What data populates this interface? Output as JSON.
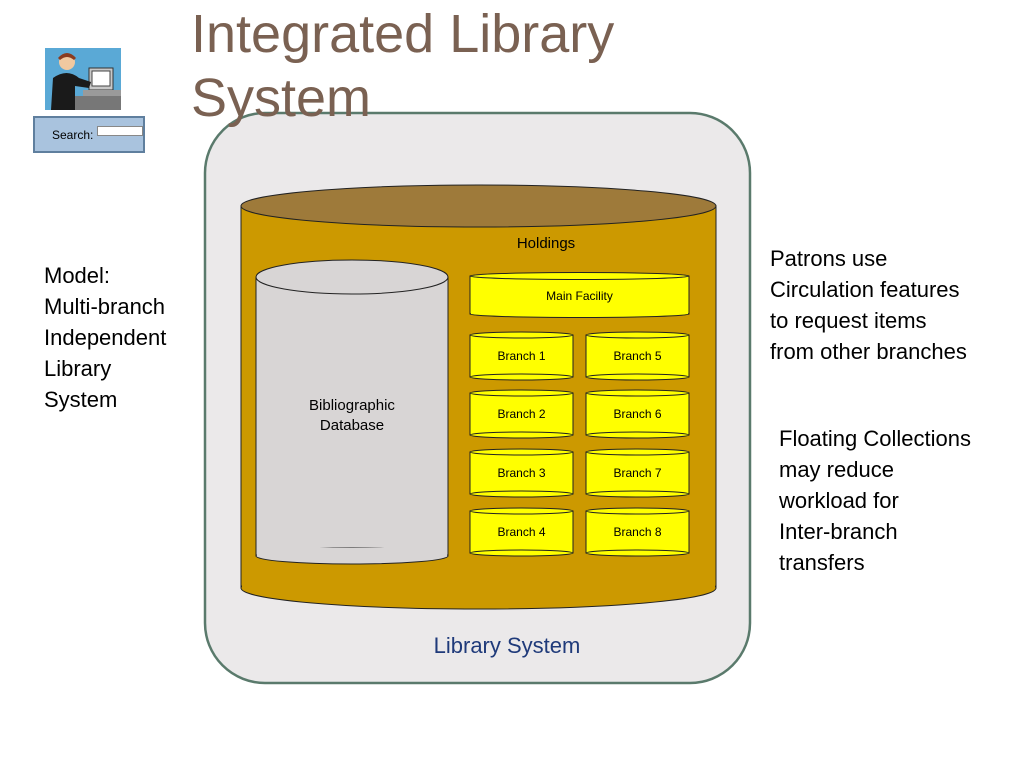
{
  "title": "Integrated Library\nSystem",
  "search": {
    "label": "Search:",
    "placeholder": ""
  },
  "model_text": "Model:\nMulti-branch\nIndependent\nLibrary\nSystem",
  "patrons_text": "Patrons use\nCirculation features\nto request items\nfrom other branches",
  "floating_text": "Floating Collections\nmay reduce\nworkload for\nInter-branch\ntransfers",
  "library_system_label": "Library System",
  "holdings_label": "Holdings",
  "bib_db_label": [
    "Bibliographic",
    "Database"
  ],
  "main_facility_label": "Main Facility",
  "branches": [
    "Branch 1",
    "Branch 5",
    "Branch 2",
    "Branch 6",
    "Branch 3",
    "Branch 7",
    "Branch 4",
    "Branch 8"
  ],
  "colors": {
    "title": "#7a6152",
    "outer_fill": "#ebe9ea",
    "outer_stroke": "#5a7a6c",
    "holdings_fill": "#cc9900",
    "holdings_top": "#9e7a3a",
    "bibdb_fill": "#d8d5d5",
    "box_fill": "#ffff00",
    "label_blue": "#1f3a7a"
  },
  "icons": {
    "clipart": "person-at-computer-icon"
  }
}
